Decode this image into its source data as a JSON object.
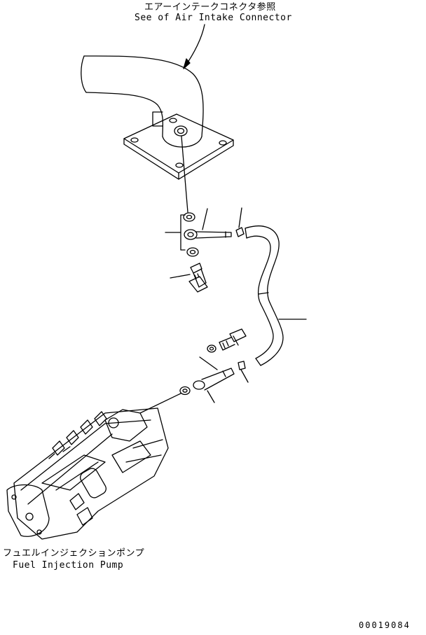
{
  "labels": {
    "air_intake_jp": "エアーインテークコネクタ参照",
    "air_intake_en": "See of Air Intake Connector",
    "pump_jp": "フュエルインジェクションポンプ",
    "pump_en": "Fuel Injection Pump",
    "part_number": "00019084"
  },
  "colors": {
    "line": "#000000",
    "background": "#ffffff"
  }
}
